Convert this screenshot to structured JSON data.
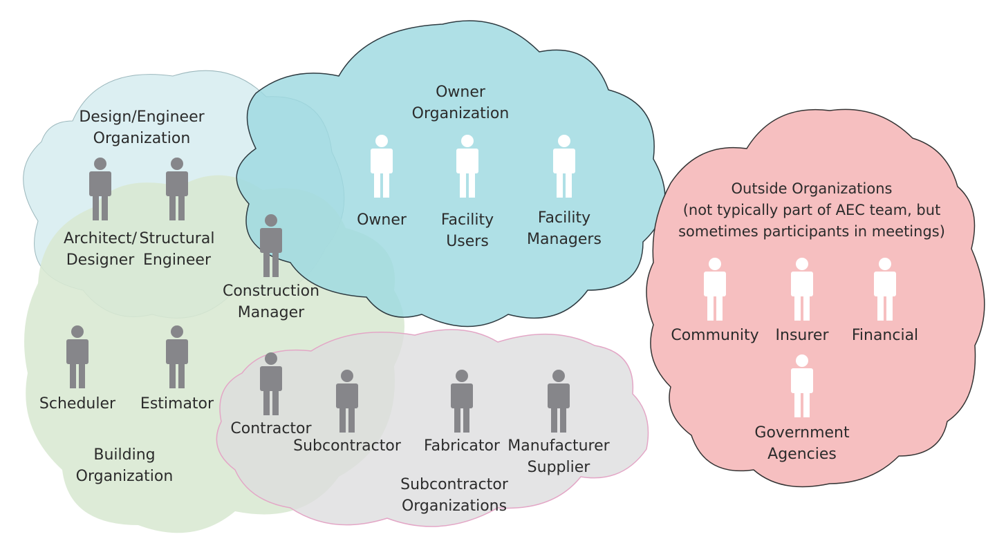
{
  "colors": {
    "design_cloud": "#daeef1",
    "owner_cloud": "#9ed9e0",
    "building_cloud": "#d8e8d2",
    "subcontractor_cloud": "#dcdcde",
    "outside_cloud": "#f6bfc0",
    "person_gray": "#86868a",
    "person_white": "#ffffff",
    "text": "#2b2b2b"
  },
  "organizations": {
    "design": {
      "title": [
        "Design/Engineer",
        "Organization"
      ]
    },
    "owner": {
      "title": [
        "Owner",
        "Organization"
      ]
    },
    "building": {
      "title": [
        "Building",
        "Organization"
      ]
    },
    "subcontractor": {
      "title": [
        "Subcontractor",
        "Organizations"
      ]
    },
    "outside": {
      "title": [
        "Outside Organizations",
        "(not typically part of AEC team, but",
        "sometimes participants in meetings)"
      ]
    }
  },
  "roles": {
    "architect": [
      "Architect/",
      "Designer"
    ],
    "structural": [
      "Structural",
      "Engineer"
    ],
    "construction_manager": [
      "Construction",
      "Manager"
    ],
    "owner": [
      "Owner"
    ],
    "facility_users": [
      "Facility",
      "Users"
    ],
    "facility_managers": [
      "Facility",
      "Managers"
    ],
    "scheduler": [
      "Scheduler"
    ],
    "estimator": [
      "Estimator"
    ],
    "contractor": [
      "Contractor"
    ],
    "subcontractor": [
      "Subcontractor"
    ],
    "fabricator": [
      "Fabricator"
    ],
    "manufacturer": [
      "Manufacturer",
      "Supplier"
    ],
    "community": [
      "Community"
    ],
    "insurer": [
      "Insurer"
    ],
    "financial": [
      "Financial"
    ],
    "government": [
      "Government",
      "Agencies"
    ]
  }
}
